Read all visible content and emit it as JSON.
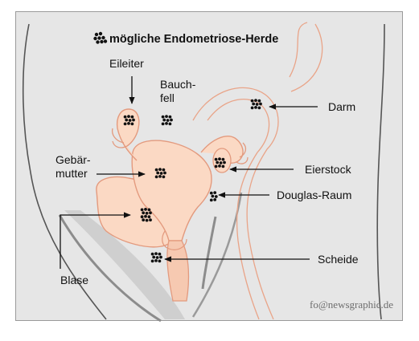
{
  "legend": {
    "icon": "cluster-dots-icon",
    "text": "mögliche Endometriose-Herde"
  },
  "labels": {
    "eileiter": "Eileiter",
    "bauchfell_1": "Bauch-",
    "bauchfell_2": "fell",
    "darm": "Darm",
    "gebaermutter_1": "Gebär-",
    "gebaermutter_2": "mutter",
    "eierstock": "Eierstock",
    "douglas": "Douglas-Raum",
    "blase": "Blase",
    "scheide": "Scheide"
  },
  "credit": "fo@newsgraphic.de",
  "colors": {
    "background": "#e6e6e6",
    "tissue_fill": "#fbd9c4",
    "tissue_outline": "#e39a7e",
    "body_outline": "#555555",
    "focus_dots": "#111111"
  }
}
